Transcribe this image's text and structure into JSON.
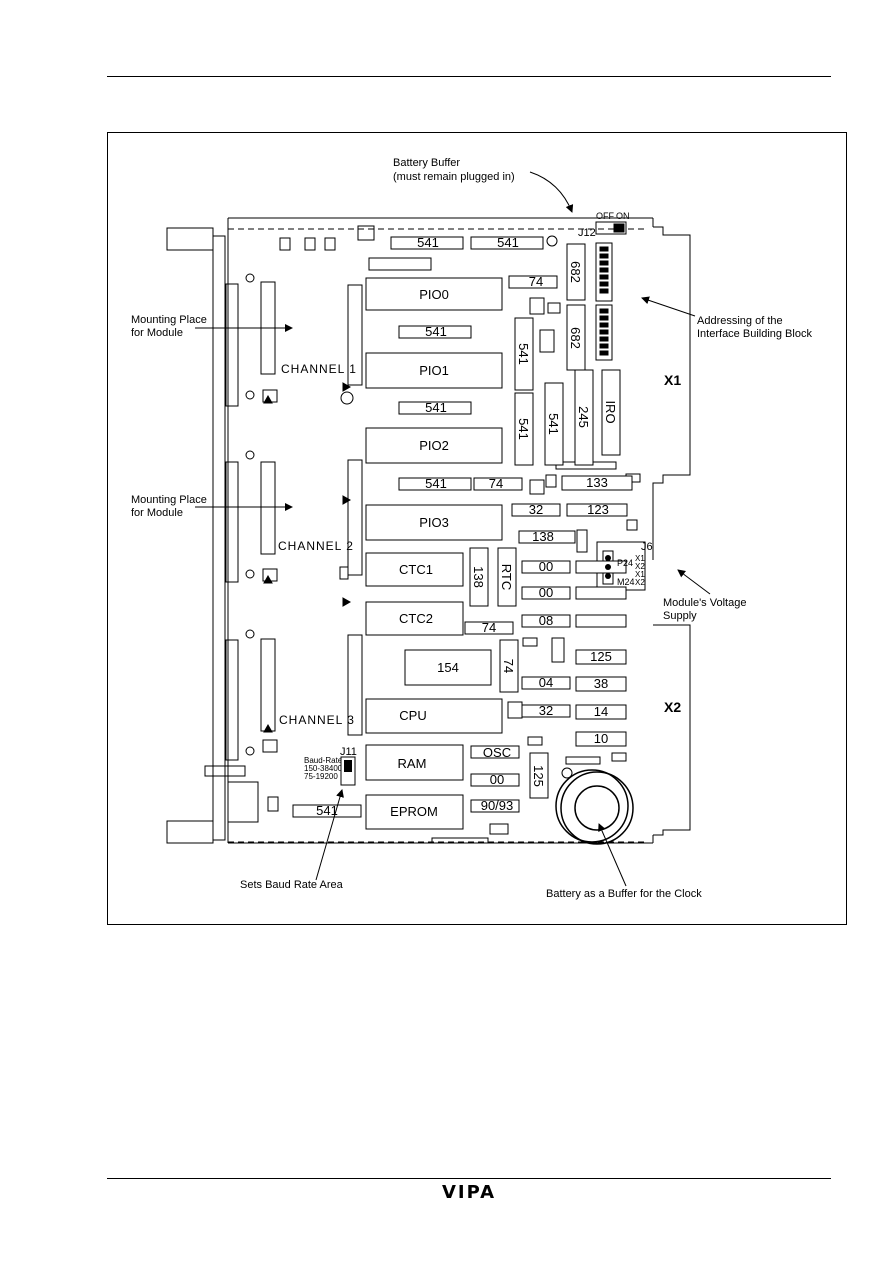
{
  "annotations": {
    "battery_buffer": "Battery Buffer",
    "battery_buffer_note": "(must remain plugged in)",
    "mounting_1a": "Mounting Place",
    "mounting_1b": "for Module",
    "mounting_2a": "Mounting Place",
    "mounting_2b": "for Module",
    "addressing_a": "Addressing of the",
    "addressing_b": "Interface Building Block",
    "voltage_a": "Module's Voltage",
    "voltage_b": "Supply",
    "baud_area": "Sets Baud Rate Area",
    "battery_clock": "Battery as a Buffer for the Clock"
  },
  "connectors": {
    "x1": "X1",
    "x2": "X2"
  },
  "channels": [
    "CHANNEL 1",
    "CHANNEL 2",
    "CHANNEL 3"
  ],
  "chips": {
    "pio0": "PIO0",
    "pio1": "PIO1",
    "pio2": "PIO2",
    "pio3": "PIO3",
    "ctc1": "CTC1",
    "ctc2": "CTC2",
    "cpu": "CPU",
    "ram": "RAM",
    "eprom": "EPROM",
    "c541a": "541",
    "c541b": "541",
    "c541c": "541",
    "c541d": "541",
    "c541e": "541",
    "c541f": "541",
    "c541g": "541",
    "c541h": "541",
    "c74a": "74",
    "c74b": "74",
    "c74c": "74",
    "c74d": "74",
    "c682a": "682",
    "c682b": "682",
    "c245": "245",
    "iro": "IRO",
    "c133": "133",
    "c32a": "32",
    "c123": "123",
    "c138a": "138",
    "c138b": "138",
    "rtc": "RTC",
    "c00a": "00",
    "c00b": "00",
    "c00c": "00",
    "c08": "08",
    "c154": "154",
    "c125a": "125",
    "c125b": "125",
    "c04": "04",
    "c38": "38",
    "c32b": "32",
    "c14": "14",
    "c10": "10",
    "osc": "OSC",
    "c9093": "90/93"
  },
  "jumpers": {
    "j12": "J12",
    "j12_off": "OFF",
    "j12_on": "ON",
    "j6": "J6",
    "p24": "P24",
    "m24": "M24",
    "j6_pins": [
      "X1",
      "X2",
      "X1",
      "X2"
    ],
    "j11": "J11",
    "baud_label": "Baud-Rate",
    "baud_1": "150-38400",
    "baud_2": "75-19200"
  },
  "footer": {
    "logo": "VIPA"
  }
}
